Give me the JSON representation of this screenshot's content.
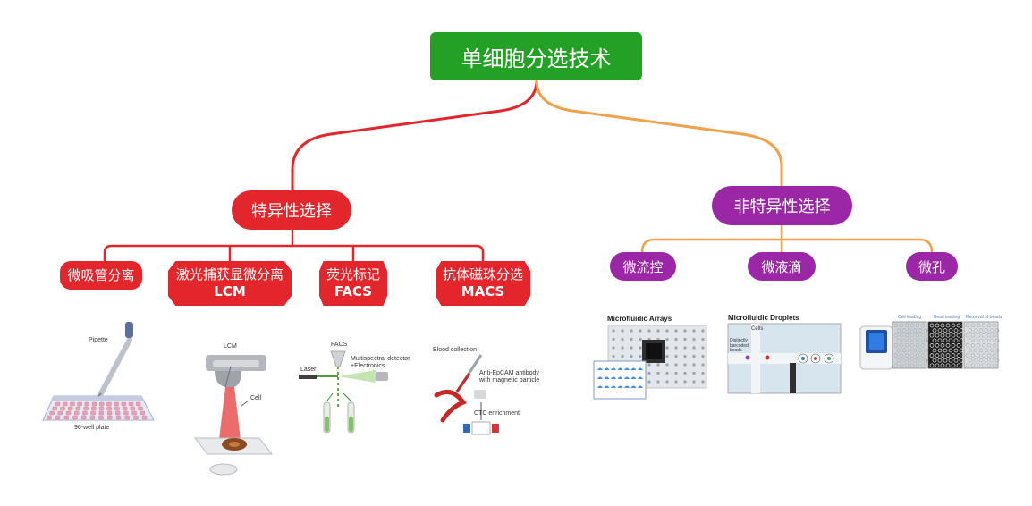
{
  "root": {
    "label": "单细胞分选技术"
  },
  "branches": [
    {
      "label": "特异性选择",
      "color": "#e3262b",
      "children": [
        {
          "label": "微吸管分离",
          "sub": ""
        },
        {
          "label": "激光捕获显微分离",
          "sub": "LCM"
        },
        {
          "label": "荧光标记",
          "sub": "FACS"
        },
        {
          "label": "抗体磁珠分选",
          "sub": "MACS"
        }
      ]
    },
    {
      "label": "非特异性选择",
      "color": "#9b27a6",
      "children": [
        {
          "label": "微流控"
        },
        {
          "label": "微液滴"
        },
        {
          "label": "微孔"
        }
      ]
    }
  ],
  "figures": {
    "pipette": {
      "label_pipette": "Pipette",
      "label_plate": "96-well plate"
    },
    "lcm": {
      "label_lcm": "LCM",
      "label_cell": "Cell"
    },
    "facs": {
      "label_facs": "FACS",
      "label_laser": "Laser",
      "label_detector": "Multispectral detector",
      "label_electronics": "+Electronics"
    },
    "macs": {
      "label_blood": "Blood collection",
      "label_antibody": "Anti-EpCAM antibody",
      "label_particle": "with magnetic particle",
      "label_ctc": "CTC enrichment"
    },
    "microfluidic": {
      "title": "Microfluidic Arrays"
    },
    "droplets": {
      "title": "Microfluidic Droplets",
      "label_cells": "Cells",
      "label_barcoded": "Distinctly barcoded beads"
    },
    "wells": {
      "label_cell_loading": "Cell loading",
      "label_bead_loading": "Bead loading",
      "label_retrieval": "Retrieval of beads"
    }
  },
  "colors": {
    "root": "#23a124",
    "specific": "#e3262b",
    "nonspecific": "#9b27a6",
    "line_red": "#e3262b",
    "line_orange": "#f2a14a"
  }
}
